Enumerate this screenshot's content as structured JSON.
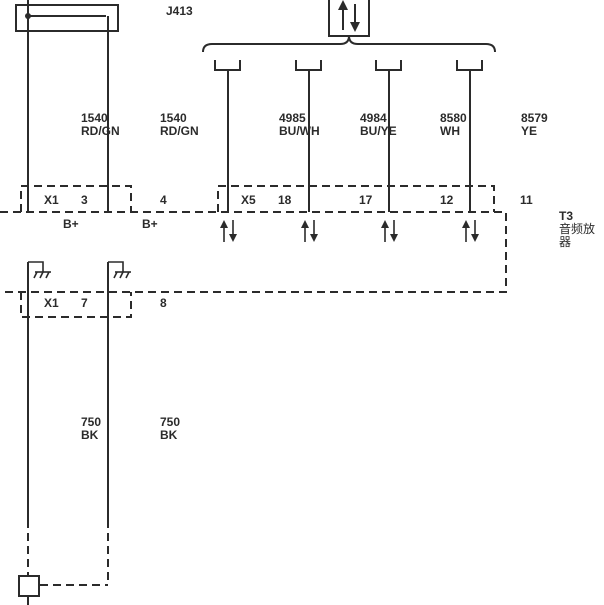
{
  "components": {
    "top_connector": "J413",
    "amplifier_code": "T3",
    "amplifier_name_line1": "音频放",
    "amplifier_name_line2": "器"
  },
  "wires": [
    {
      "circuit": "1540",
      "color": "RD/GN"
    },
    {
      "circuit": "1540",
      "color": "RD/GN"
    },
    {
      "circuit": "4985",
      "color": "BU/WH"
    },
    {
      "circuit": "4984",
      "color": "BU/YE"
    },
    {
      "circuit": "8580",
      "color": "WH"
    },
    {
      "circuit": "8579",
      "color": "YE"
    },
    {
      "circuit": "750",
      "color": "BK"
    },
    {
      "circuit": "750",
      "color": "BK"
    }
  ],
  "connectors": {
    "x1_top": {
      "name": "X1",
      "pins": [
        "3",
        "4"
      ]
    },
    "x5": {
      "name": "X5",
      "pins": [
        "18",
        "17",
        "12",
        "11"
      ]
    },
    "x1_bottom": {
      "name": "X1",
      "pins": [
        "7",
        "8"
      ]
    }
  },
  "power_labels": [
    "B+",
    "B+"
  ]
}
